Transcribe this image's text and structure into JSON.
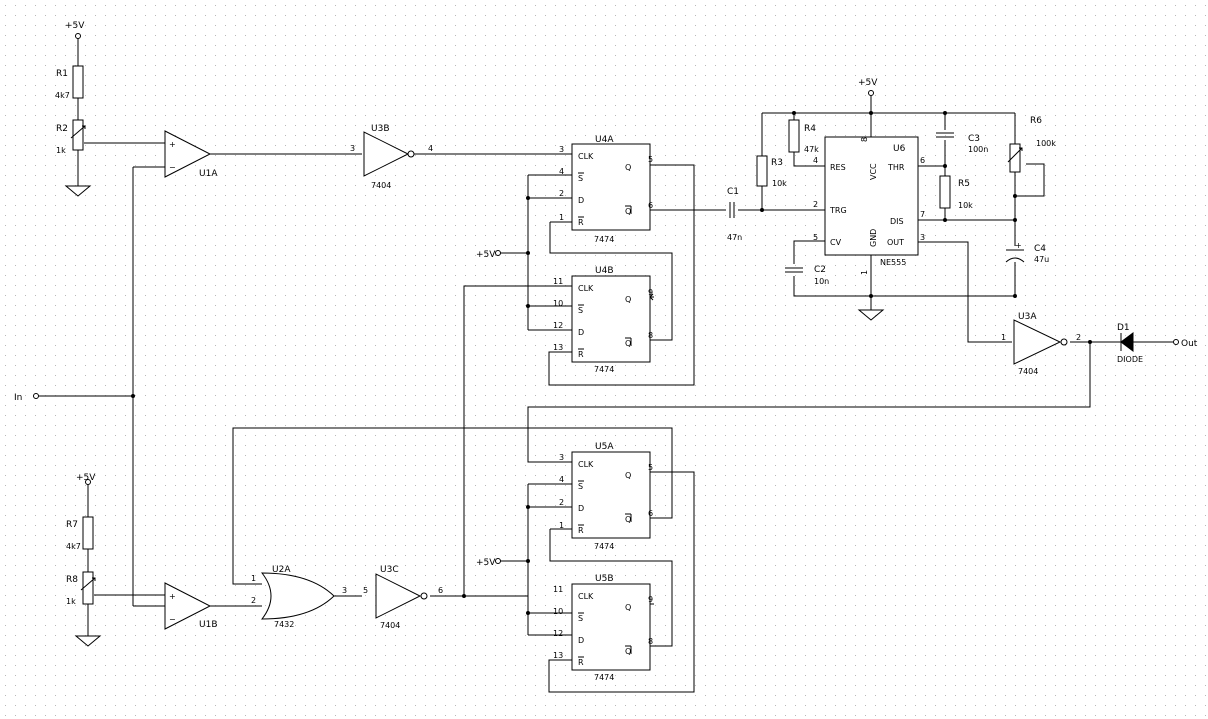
{
  "labels": {
    "vcc": "+5V",
    "input": "In",
    "output": "Out"
  },
  "components": {
    "R1": {
      "ref": "R1",
      "value": "4k7"
    },
    "R2": {
      "ref": "R2",
      "value": "1k"
    },
    "R3": {
      "ref": "R3",
      "value": "10k"
    },
    "R4": {
      "ref": "R4",
      "value": "47k"
    },
    "R5": {
      "ref": "R5",
      "value": "10k"
    },
    "R6": {
      "ref": "R6",
      "value": "100k"
    },
    "R7": {
      "ref": "R7",
      "value": "4k7"
    },
    "R8": {
      "ref": "R8",
      "value": "1k"
    },
    "C1": {
      "ref": "C1",
      "value": "47n"
    },
    "C2": {
      "ref": "C2",
      "value": "10n"
    },
    "C3": {
      "ref": "C3",
      "value": "100n"
    },
    "C4": {
      "ref": "C4",
      "value": "47u"
    },
    "D1": {
      "ref": "D1",
      "value": "DIODE"
    },
    "U1A": {
      "ref": "U1A"
    },
    "U1B": {
      "ref": "U1B"
    },
    "U2A": {
      "ref": "U2A",
      "value": "7432"
    },
    "U3A": {
      "ref": "U3A",
      "value": "7404"
    },
    "U3B": {
      "ref": "U3B",
      "value": "7404"
    },
    "U3C": {
      "ref": "U3C",
      "value": "7404"
    },
    "U4A": {
      "ref": "U4A",
      "value": "7474"
    },
    "U4B": {
      "ref": "U4B",
      "value": "7474"
    },
    "U5A": {
      "ref": "U5A",
      "value": "7474"
    },
    "U5B": {
      "ref": "U5B",
      "value": "7474"
    },
    "U6": {
      "ref": "U6",
      "value": "NE555"
    }
  },
  "ff_pins": {
    "clk": "CLK",
    "s": "S",
    "d": "D",
    "r": "R",
    "q": "Q",
    "qn": "Q"
  },
  "ne555_pins": {
    "res": "RES",
    "vcc": "VCC",
    "thr": "THR",
    "trg": "TRG",
    "dis": "DIS",
    "cv": "CV",
    "gnd": "GND",
    "out": "OUT"
  },
  "pin_numbers": {
    "u3b_in": "3",
    "u3b_out": "4",
    "u4a_clk": "3",
    "u4a_s": "4",
    "u4a_d": "2",
    "u4a_r": "1",
    "u4a_q": "5",
    "u4a_qn": "6",
    "u4b_clk": "11",
    "u4b_s": "10",
    "u4b_d": "12",
    "u4b_r": "13",
    "u4b_q": "9",
    "u4b_qn": "8",
    "u5a_clk": "3",
    "u5a_s": "4",
    "u5a_d": "2",
    "u5a_r": "1",
    "u5a_q": "5",
    "u5a_qn": "6",
    "u5b_clk": "11",
    "u5b_s": "10",
    "u5b_d": "12",
    "u5b_r": "13",
    "u5b_q": "9",
    "u5b_qn": "8",
    "u6_res": "4",
    "u6_vcc": "8",
    "u6_thr": "6",
    "u6_trg": "2",
    "u6_dis": "7",
    "u6_cv": "5",
    "u6_gnd": "1",
    "u6_out": "3",
    "u3a_in": "1",
    "u3a_out": "2",
    "u2a_in1": "1",
    "u2a_in2": "2",
    "u2a_out": "3",
    "u3c_in": "5",
    "u3c_out": "6"
  }
}
